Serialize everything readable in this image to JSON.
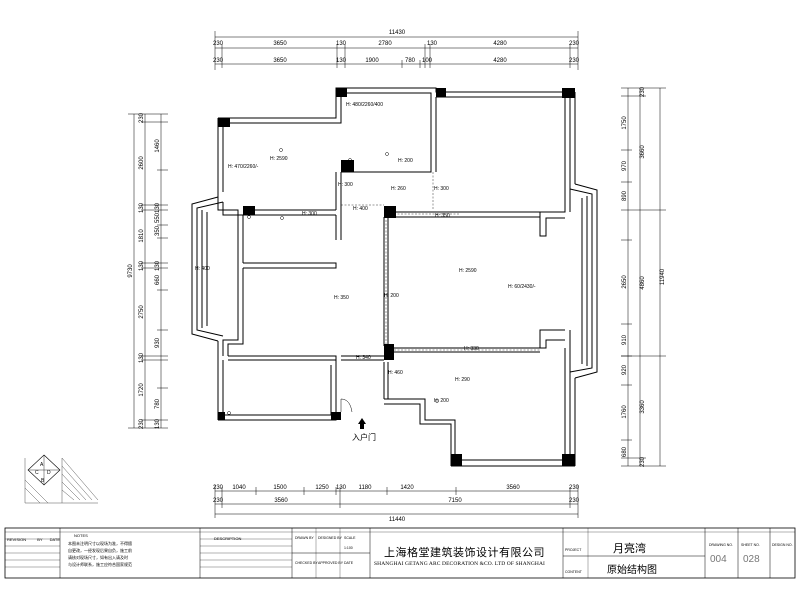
{
  "plan": {
    "top_dims": {
      "total": "11430",
      "row1": [
        "230",
        "3650",
        "130",
        "2780",
        "130",
        "4280",
        "230"
      ],
      "row2": [
        "230",
        "3650",
        "130",
        "1900",
        "780",
        "100",
        "4280",
        "230"
      ]
    },
    "bottom_dims": {
      "row1": [
        "230",
        "1040",
        "1500",
        "1250",
        "130",
        "1180",
        "1420",
        "3560",
        "230"
      ],
      "row2": [
        "230",
        "3560",
        "7150",
        "230"
      ],
      "total": "11440"
    },
    "left_dims": {
      "total": "9730",
      "outer": [
        "230",
        "2600",
        "130",
        "1810",
        "130",
        "2750",
        "130",
        "1720",
        "230"
      ],
      "inner": [
        "1460",
        "130",
        "550",
        "350",
        "130",
        "660",
        "930",
        "780",
        "130"
      ]
    },
    "right_dims": {
      "total": "11940",
      "outer": [
        "230",
        "3660",
        "4860",
        "3360",
        "230"
      ],
      "inner": [
        "1750",
        "970",
        "890",
        "2650",
        "910",
        "920",
        "1760",
        "680"
      ]
    },
    "room_labels": [
      "H: 480/2260/400",
      "H: 470/2260/-",
      "H: 2590",
      "H: 200",
      "H: 300",
      "H: 260",
      "H: 300",
      "H: 400",
      "H: 350",
      "H: 300",
      "H: 400",
      "H: 2590",
      "H: 60/2430/-",
      "H: 350",
      "H: 200",
      "H: 340",
      "H: 330",
      "H: 460",
      "H: 290",
      "H: 200"
    ],
    "entry_label": "入户门"
  },
  "title_block": {
    "revision": "REVISION",
    "by": "BY",
    "date": "DATE",
    "notes_title": "NOTES",
    "notes": [
      "本图未注明尺寸以现场为准，不得擅",
      "自更改，一经发现后果自负，施工前",
      "请核对现场尺寸，如有出入请及时",
      "与设计师联系，施工应符合国家规范"
    ],
    "description": "DESCRIPTION",
    "drawn_by": "DRAWN BY",
    "designed_by": "DESIGNED BY",
    "checked_by": "CHECKED BY",
    "approved_by": "APPROVED BY",
    "scale": "SCALE",
    "scale_value": "1:100",
    "date2": "DATE",
    "company_cn": "上海格堂建筑装饰设计有限公司",
    "company_en": "SHANGHAI GETANG ARC DECORATION &CO. LTD OF SHANGHAI",
    "project_label": "PROJECT",
    "project_name": "月亮湾",
    "content_label": "CONTENT",
    "content_name": "原始结构图",
    "drawing_no_label": "DRAWING NO.",
    "drawing_no": "004",
    "sheet_no_label": "SHEET NO.",
    "sheet_no": "028",
    "design_no_label": "DESIGN NO."
  }
}
